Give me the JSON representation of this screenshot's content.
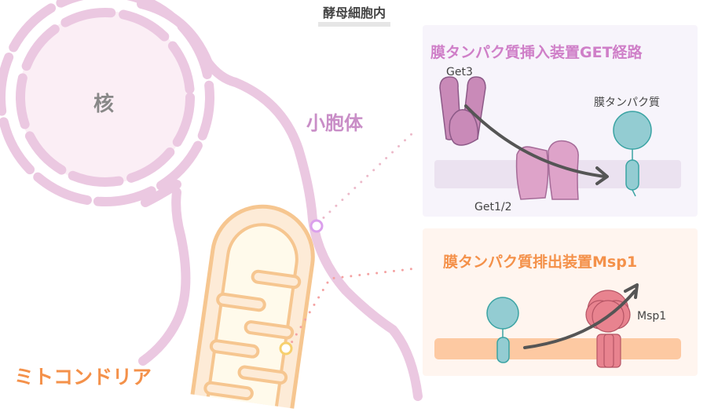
{
  "header": {
    "label": "酵母細胞内"
  },
  "organelles": {
    "nucleus": "核",
    "peroxisome": "小胞体",
    "mitochondria": "ミトコンドリア"
  },
  "panel_get": {
    "title": "膜タンパク質挿入装置GET経路",
    "get3": "Get3",
    "get12": "Get1/2",
    "membrane_protein": "膜タンパク質"
  },
  "panel_msp1": {
    "title": "膜タンパク質排出装置Msp1",
    "msp1": "Msp1"
  },
  "colors": {
    "er": "#ebc8e1",
    "mito": "#f6c690",
    "get_title": "#cf7fc8",
    "msp_title": "#f4914a",
    "protein": "#93ccd2",
    "msp1": "#e8838f"
  }
}
